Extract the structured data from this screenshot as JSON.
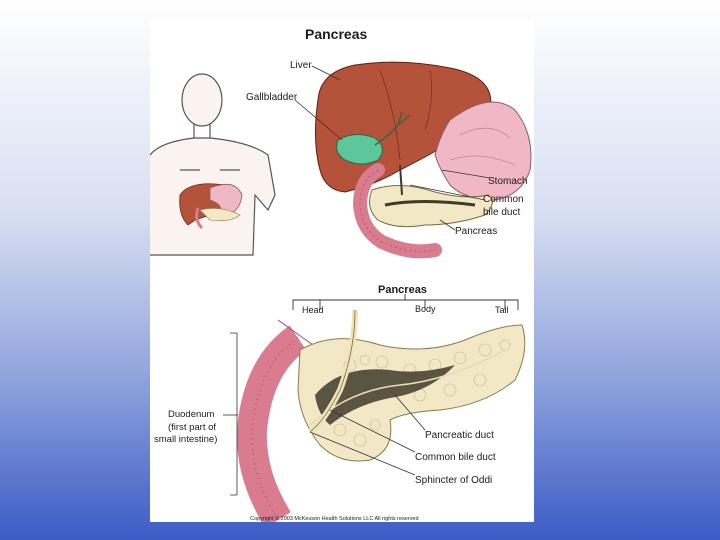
{
  "figure": {
    "top_title": "Pancreas",
    "labels_top": {
      "liver": "Liver",
      "gallbladder": "Gallbladder",
      "stomach": "Stomach",
      "common_bile_duct_1": "Common",
      "common_bile_duct_2": "bile duct",
      "pancreas": "Pancreas"
    },
    "bottom_title": "Pancreas",
    "labels_bottom": {
      "head": "Head",
      "body": "Body",
      "tail": "Tail",
      "duodenum_1": "Duodenum",
      "duodenum_2": "(first part of",
      "duodenum_3": "small intestine)",
      "pancreatic_duct": "Pancreatic duct",
      "common_bile_duct": "Common bile duct",
      "sphincter": "Sphincter of Oddi"
    },
    "copyright": "Copyright © 2003 McKesson Health Solutions LLC All rights reserved"
  },
  "colors": {
    "liver": "#b5523a",
    "gallbladder": "#5cc79a",
    "stomach": "#f0b8c4",
    "pancreas": "#f2e8c6",
    "duct": "#3f3a2a",
    "duodenum": "#d97c8f"
  }
}
